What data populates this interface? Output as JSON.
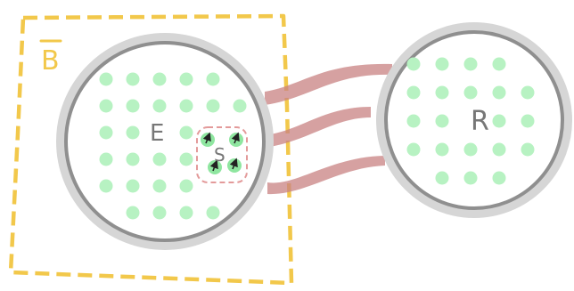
{
  "labels": {
    "field": "B",
    "system": "E",
    "subsystem": "S",
    "reservoir": "R"
  },
  "colors": {
    "field_boundary": "#f2c84b",
    "vessel_wall_outer": "#d6d6d6",
    "vessel_wall_inner": "#8f8f8f",
    "particle": "#b7f2c2",
    "subsystem_particle": "#8fe6a0",
    "subsystem_boundary": "#e39a9a",
    "coupling": "#c98282",
    "label_text": "#777777",
    "arrow": "#222222"
  },
  "icons": {
    "arrow": "arrow-up-icon",
    "vector_bar": "overline"
  }
}
